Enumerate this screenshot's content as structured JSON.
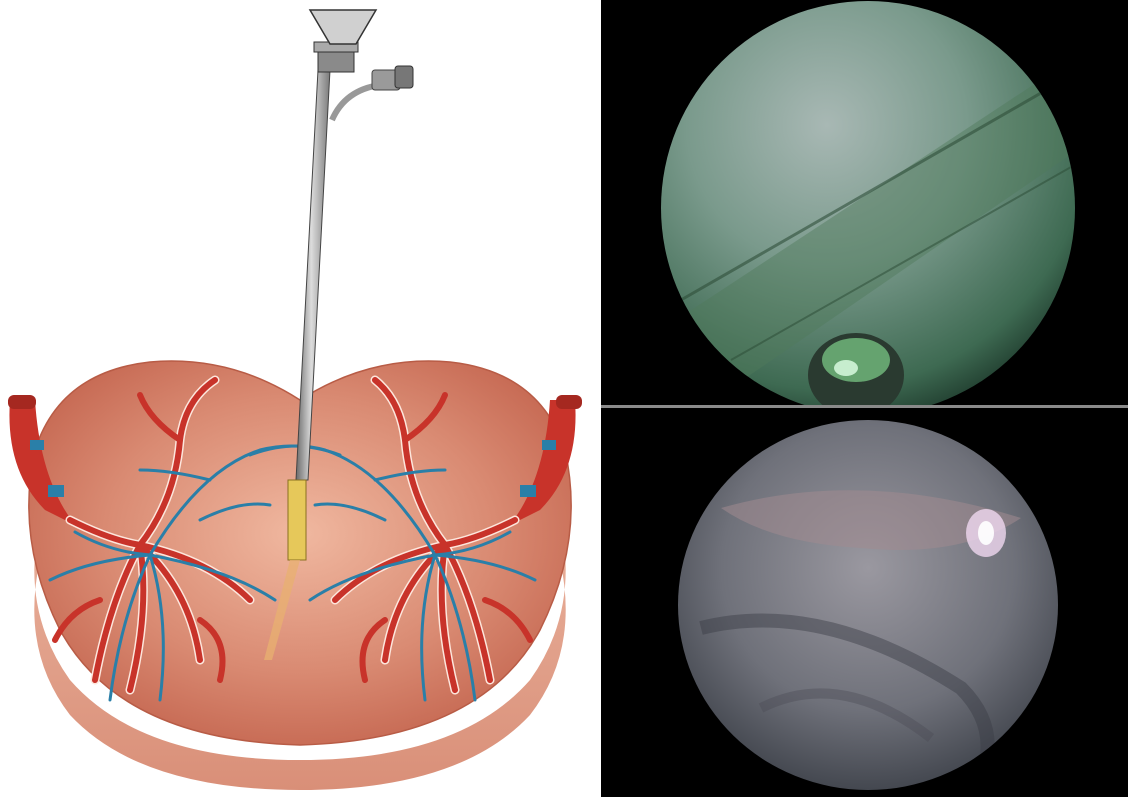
{
  "figure": {
    "panels": [
      {
        "kind": "illustration",
        "subject": "endoscope-over-placenta-vessels"
      },
      {
        "kind": "endoscopic-view",
        "tone": "green"
      },
      {
        "kind": "endoscopic-view",
        "tone": "grey-violet"
      }
    ]
  },
  "colors": {
    "placenta_top": "#c96f5a",
    "placenta_side": "#e8a890",
    "artery": "#c8332a",
    "vein": "#2a7fa8",
    "scope_body": "#b8b8b8",
    "scope_tip": "#e6c85a",
    "view_green": "#5f8a7a",
    "view_grey": "#6b6e78"
  }
}
